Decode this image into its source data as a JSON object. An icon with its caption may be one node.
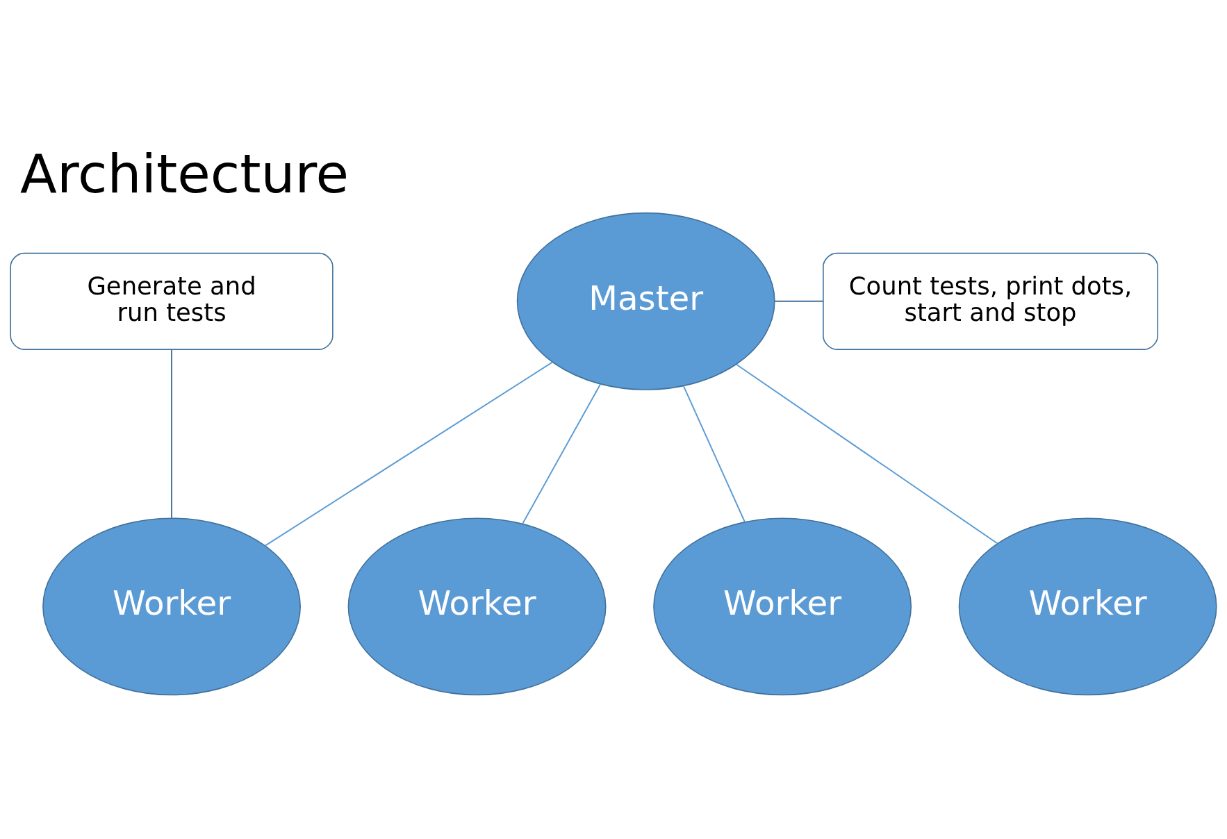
{
  "diagram": {
    "title": "Architecture",
    "nodes": [
      {
        "text": [
          "Master"
        ]
      },
      {
        "text": [
          "Worker"
        ]
      },
      {
        "text": [
          "Worker"
        ]
      },
      {
        "text": [
          "Worker"
        ]
      },
      {
        "text": [
          "Worker"
        ]
      },
      {
        "text": [
          "Count tests, print dots, start and stop"
        ]
      },
      {
        "text": [
          "Generate and run tests"
        ]
      }
    ],
    "edges": [
      {
        "from": 0,
        "to": 1,
        "arrow": "none"
      },
      {
        "from": 0,
        "to": 2,
        "arrow": "none"
      },
      {
        "from": 0,
        "to": 3,
        "arrow": "none"
      },
      {
        "from": 0,
        "to": 4,
        "arrow": "none"
      },
      {
        "from": 5,
        "to": 0,
        "arrow": "none",
        "color": "#41719c"
      },
      {
        "from": 6,
        "to": 1,
        "arrow": "none",
        "color": "#41719c"
      }
    ]
  }
}
